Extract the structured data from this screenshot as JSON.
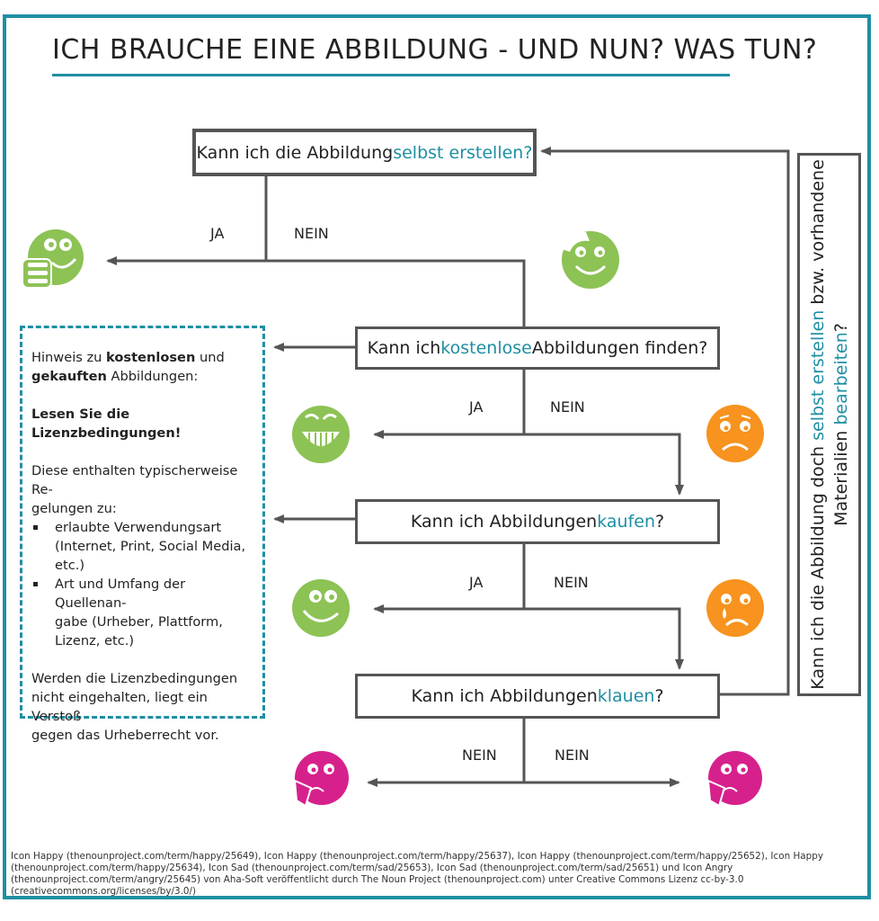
{
  "title": "ICH BRAUCHE EINE ABBILDUNG - UND NUN? WAS TUN?",
  "q1": {
    "pre": "Kann ich die Abbildung ",
    "hl": "selbst erstellen?",
    "post": ""
  },
  "q2": {
    "pre": "Kann ich ",
    "hl": "kostenlose",
    "post": " Abbildungen finden?"
  },
  "q3": {
    "pre": "Kann ich Abbildungen ",
    "hl": "kaufen",
    "post": "?"
  },
  "q4": {
    "pre": "Kann ich Abbildungen ",
    "hl": "klauen",
    "post": "?"
  },
  "labels": {
    "ja1": "JA",
    "nein1": "NEIN",
    "ja2": "JA",
    "nein2": "NEIN",
    "ja3": "JA",
    "nein3": "NEIN",
    "nein4a": "NEIN",
    "nein4b": "NEIN"
  },
  "side": {
    "pre": "Kann ich die Abbildung doch ",
    "hl1": "selbst erstellen",
    "mid": " bzw. vorhandene Materialien ",
    "hl2": "bearbeiten",
    "post": "?"
  },
  "hint": {
    "l1_pre": "Hinweis zu ",
    "l1_bold": "kostenlosen",
    "l1_post": " und",
    "l2_bold": "gekauften",
    "l2_post": " Abbildungen:",
    "warn1": "Lesen Sie die",
    "warn2": "Lizenzbedingungen!",
    "intro1": "Diese enthalten typischerweise Re-",
    "intro2": "gelungen zu:",
    "b1a": "erlaubte Verwendungsart",
    "b1b": "(Internet, Print, Social Media,",
    "b1c": "etc.)",
    "b2a": "Art und Umfang der Quellenan-",
    "b2b": "gabe (Urheber, Plattform,",
    "b2c": "Lizenz, etc.)",
    "end1": "Werden die Lizenzbedingungen",
    "end2": "nicht eingehalten, liegt ein Verstoß",
    "end3": "gegen das Urheberrecht vor."
  },
  "credits": "Icon Happy (thenounproject.com/term/happy/25649), Icon Happy (thenounproject.com/term/happy/25637), Icon Happy (thenounproject.com/term/happy/25652), Icon Happy (thenounproject.com/term/happy/25634), Icon Sad (thenounproject.com/term/sad/25653), Icon Sad (thenounproject.com/term/sad/25651) und Icon Angry (thenounproject.com/term/angry/25645) von Aha-Soft veröffentlicht durch The Noun Project (thenounproject.com) unter Creative Commons Lizenz cc-by-3.0 (creativecommons.org/licenses/by/3.0/)",
  "colors": {
    "accent": "#1f8fa3",
    "happy": "#8dc255",
    "sad": "#f7931e",
    "angry": "#d6218c",
    "line": "#555555"
  },
  "icons": [
    "thumbs-up-happy-icon",
    "scratching-head-icon",
    "big-grin-icon",
    "sad-icon",
    "happy-icon",
    "crying-icon",
    "angry-icon"
  ]
}
